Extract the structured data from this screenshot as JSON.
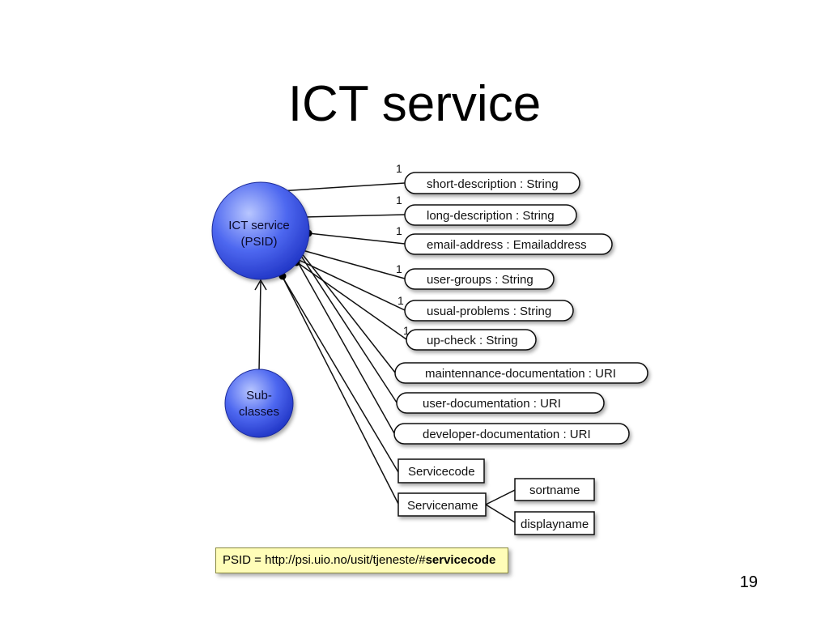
{
  "title": "ICT service",
  "page_number": "19",
  "diagram": {
    "main_node": {
      "line1": "ICT service",
      "line2": "(PSID)"
    },
    "sub_node": {
      "line1": "Sub-",
      "line2": "classes"
    },
    "attributes": [
      {
        "label": "short-description : String",
        "multiplicity": "1"
      },
      {
        "label": "long-description : String",
        "multiplicity": "1"
      },
      {
        "label": "email-address : Emailaddress",
        "multiplicity": "1"
      },
      {
        "label": "user-groups : String",
        "multiplicity": "1"
      },
      {
        "label": "usual-problems : String",
        "multiplicity": "1"
      },
      {
        "label": "up-check : String",
        "multiplicity": "1"
      },
      {
        "label": "maintennance-documentation : URI"
      },
      {
        "label": "user-documentation : URI"
      },
      {
        "label": "developer-documentation : URI"
      }
    ],
    "boxes": {
      "servicecode": "Servicecode",
      "servicename": "Servicename",
      "sortname": "sortname",
      "displayname": "displayname"
    },
    "footnote": {
      "prefix": "PSID = http://psi.uio.no/usit/tjeneste/#",
      "bold": "servicecode"
    }
  },
  "colors": {
    "node_light": "#a8b8ff",
    "node_dark": "#2a44d8",
    "footnote_bg": "#fffdb8"
  }
}
